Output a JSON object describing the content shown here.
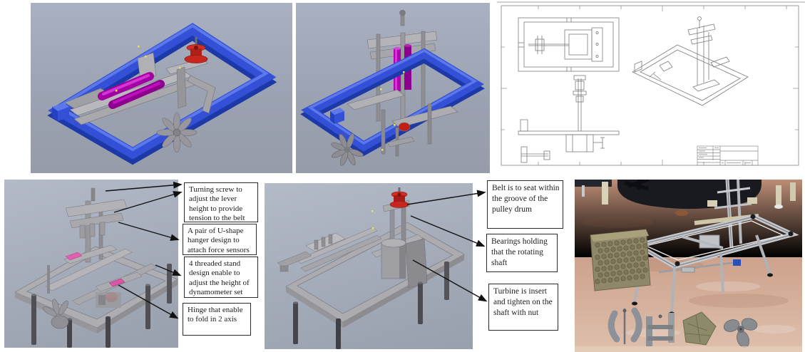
{
  "figure": {
    "annotations_left": [
      "Turning screw to adjust the lever height to provide tension to the belt",
      "A pair of U-shape hanger design to attach force sensors",
      "4 threaded stand design enable to adjust the height of dynamometer set",
      "Hinge that enable to fold in 2 axis"
    ],
    "annotations_middle": [
      "Belt is to seat within the groove of the pulley drum",
      "Bearings holding that the rotating shaft",
      "Turbine is insert and tighten on the shaft with nut"
    ],
    "colors": {
      "frame_blue": "#3350d6",
      "frame_blue_dark": "#1d39a8",
      "cylinder_magenta": "#b400b4",
      "pulley_red": "#c62820",
      "structure_gray": "#a8a8ac",
      "render_bg_top": "#a9b1c2",
      "render_bg_bottom": "#969ca9",
      "photo_floor_tan": "#c89a82",
      "drawing_line": "#8a8a8a"
    }
  }
}
